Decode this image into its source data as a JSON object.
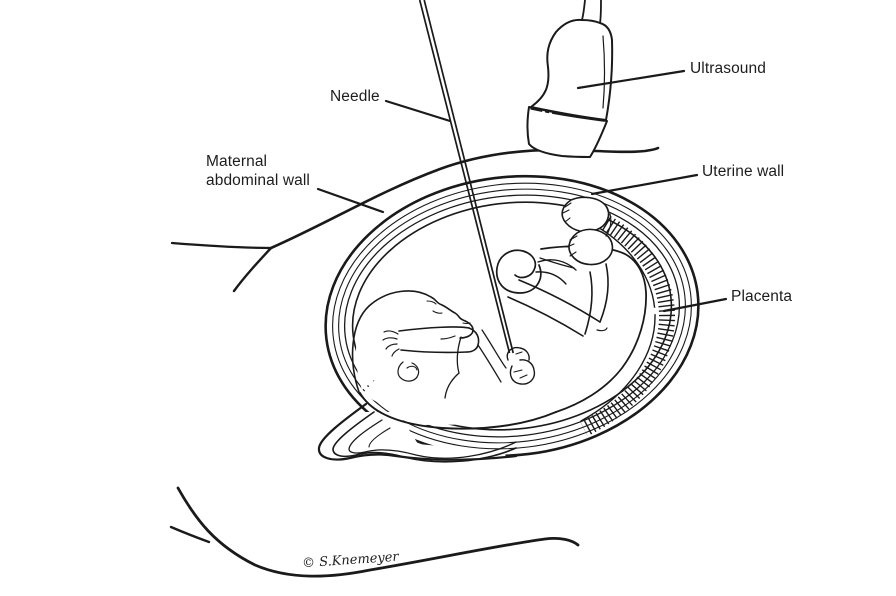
{
  "illustration": {
    "labels": {
      "needle": "Needle",
      "ultrasound": "Ultrasound",
      "maternal_abdominal_wall": "Maternal abdominal wall",
      "uterine_wall": "Uterine wall",
      "placenta": "Placenta"
    },
    "credit": "© S.Knemeyer",
    "colors": {
      "ink": "#1a1a1a",
      "background": "#ffffff"
    }
  }
}
